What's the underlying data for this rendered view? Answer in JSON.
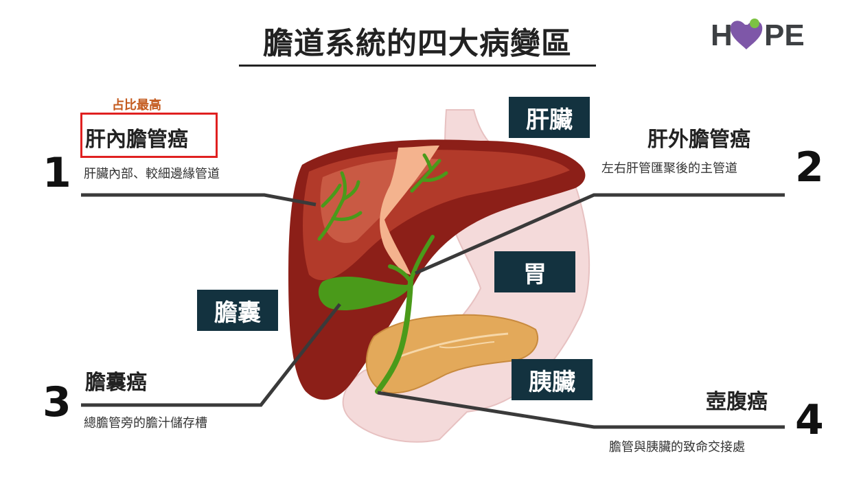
{
  "title": "膽道系統的四大病變區",
  "logo": {
    "text": "HOPE",
    "accent_color": "#7e57a8"
  },
  "organs": {
    "liver": "肝臟",
    "stomach": "胃",
    "gallbladder": "膽囊",
    "pancreas": "胰臟"
  },
  "regions": [
    {
      "number": "1",
      "name": "肝內膽管癌",
      "desc": "肝臟內部、較細邊緣管道",
      "note": "占比最高"
    },
    {
      "number": "2",
      "name": "肝外膽管癌",
      "desc": "左右肝管匯聚後的主管道"
    },
    {
      "number": "3",
      "name": "膽囊癌",
      "desc": "總膽管旁的膽汁儲存槽"
    },
    {
      "number": "4",
      "name": "壺腹癌",
      "desc": "膽管與胰臟的致命交接處"
    }
  ],
  "colors": {
    "tag_bg": "#13323f",
    "highlight": "#e02020",
    "note": "#c45a1e",
    "bile_duct": "#4a9a1a"
  }
}
